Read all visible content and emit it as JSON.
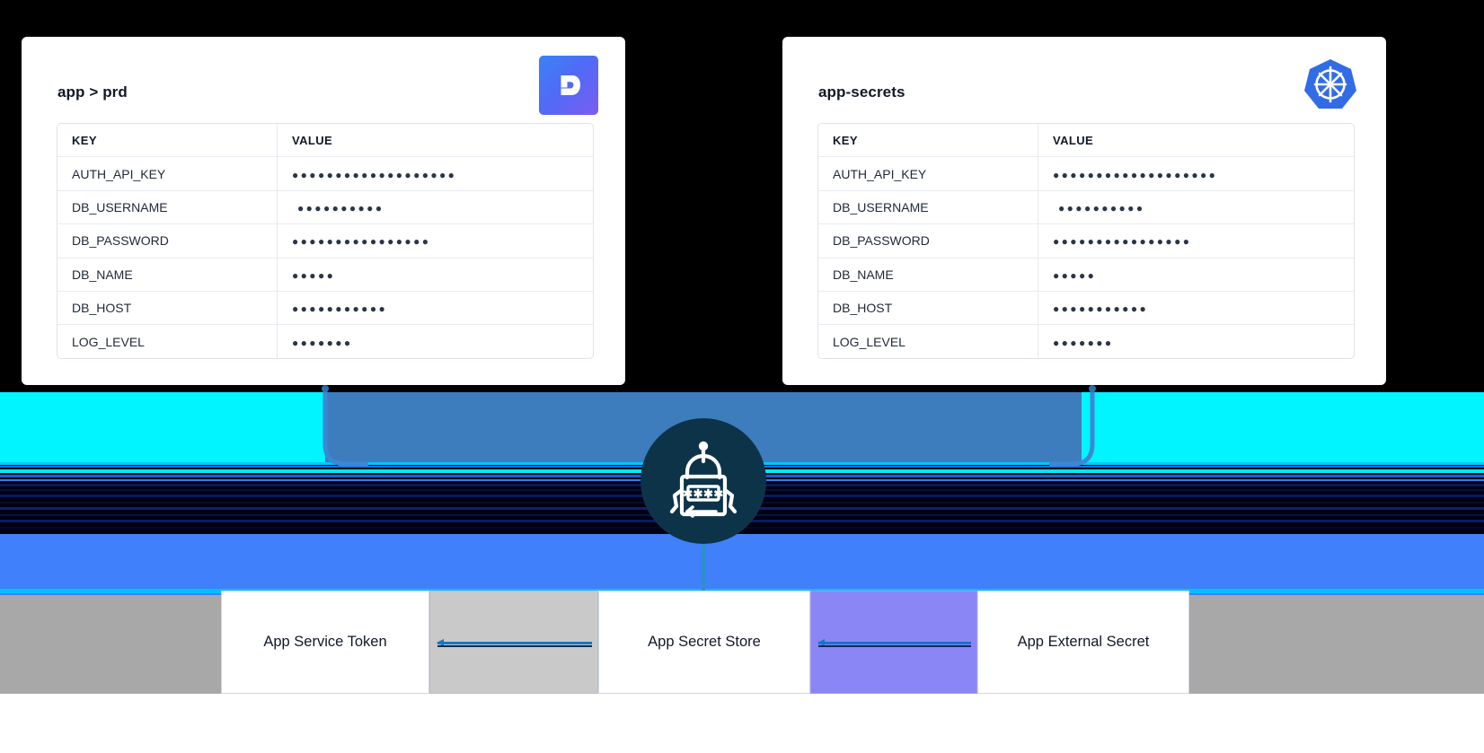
{
  "theme": {
    "cyan_band": "#00f5ff",
    "blue_band": "#4080fb",
    "mid_panel": "#3d7cbd",
    "gray_floor": "#a8a8a8",
    "robot_circle": "#0d3349",
    "lavender_box": "#8a86f5",
    "gray_box": "#c9c9c9",
    "arrow_blue": "#1876c8",
    "doppler_gradient_from": "#3b82f6",
    "doppler_gradient_to": "#7c5cf0",
    "kubernetes_blue": "#326ce5"
  },
  "cards": [
    {
      "title": "app > prd",
      "logo": "doppler-icon",
      "columns": [
        "KEY",
        "VALUE"
      ],
      "rows": [
        {
          "key": "AUTH_API_KEY",
          "value_dots": 19,
          "indent": false
        },
        {
          "key": "DB_USERNAME",
          "value_dots": 10,
          "indent": true
        },
        {
          "key": "DB_PASSWORD",
          "value_dots": 16,
          "indent": false
        },
        {
          "key": "DB_NAME",
          "value_dots": 5,
          "indent": false
        },
        {
          "key": "DB_HOST",
          "value_dots": 11,
          "indent": false
        },
        {
          "key": "LOG_LEVEL",
          "value_dots": 7,
          "indent": false
        }
      ]
    },
    {
      "title": "app-secrets",
      "logo": "kubernetes-icon",
      "columns": [
        "KEY",
        "VALUE"
      ],
      "rows": [
        {
          "key": "AUTH_API_KEY",
          "value_dots": 19,
          "indent": false
        },
        {
          "key": "DB_USERNAME",
          "value_dots": 10,
          "indent": true
        },
        {
          "key": "DB_PASSWORD",
          "value_dots": 16,
          "indent": false
        },
        {
          "key": "DB_NAME",
          "value_dots": 5,
          "indent": false
        },
        {
          "key": "DB_HOST",
          "value_dots": 11,
          "indent": false
        },
        {
          "key": "LOG_LEVEL",
          "value_dots": 7,
          "indent": false
        }
      ]
    }
  ],
  "center": {
    "icon": "robot-password-sync-icon",
    "password_mask": "✱✱✱✱"
  },
  "bottom_boxes": [
    {
      "label": "App  Service Token",
      "style": "white"
    },
    {
      "label": "",
      "style": "gray"
    },
    {
      "label": "App Secret Store",
      "style": "white"
    },
    {
      "label": "",
      "style": "lavender"
    },
    {
      "label": "App External Secret",
      "style": "white"
    }
  ]
}
